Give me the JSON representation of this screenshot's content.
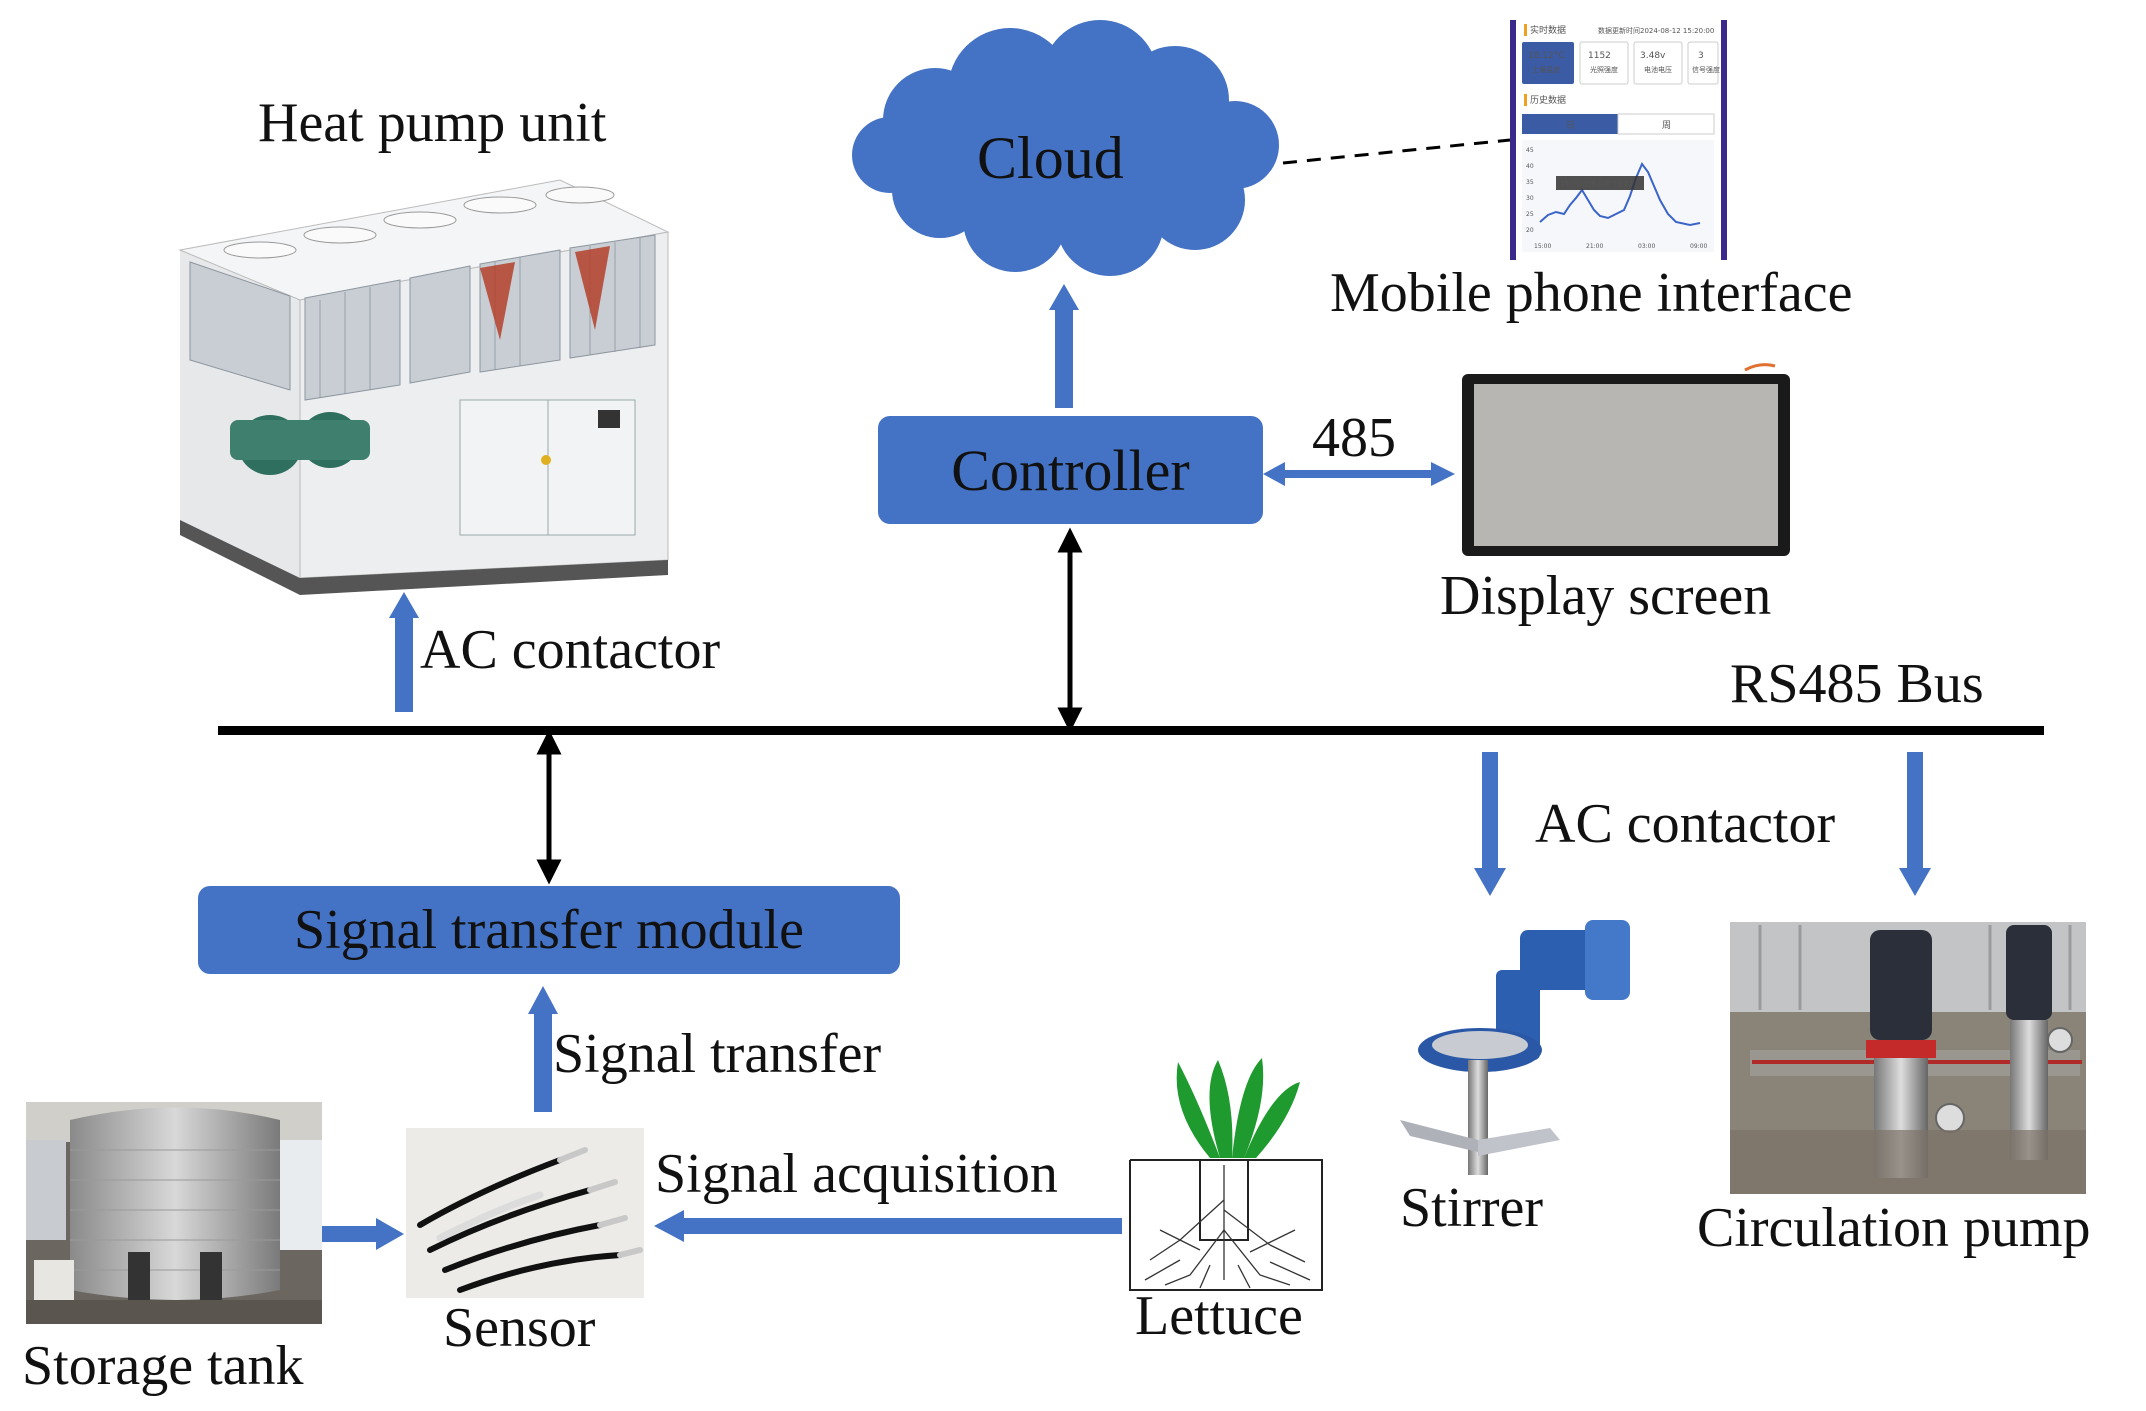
{
  "labels": {
    "heat_pump": "Heat pump unit",
    "cloud": "Cloud",
    "mobile": "Mobile phone interface",
    "controller": "Controller",
    "protocol": "485",
    "display": "Display screen",
    "bus": "RS485 Bus",
    "ac_contactor_left": "AC contactor",
    "ac_contactor_right": "AC contactor",
    "signal_module": "Signal transfer module",
    "signal_transfer": "Signal transfer",
    "signal_acquisition": "Signal acquisition",
    "storage_tank": "Storage tank",
    "sensor": "Sensor",
    "lettuce": "Lettuce",
    "stirrer": "Stirrer",
    "circ_pump": "Circulation pump"
  },
  "phone": {
    "section_realtime": "实时数据",
    "update_time": "数据更新时间2024-08-12 15:20:00",
    "card1_value": "18.12°C",
    "card1_label": "土壤温度",
    "card2_value": "1152",
    "card2_label": "光照强度",
    "card3_value": "3.48v",
    "card3_label": "电池电压",
    "card4_value": "3",
    "card4_label": "信号强度",
    "section_history": "历史数据",
    "tab_day": "日",
    "tab_week": "周",
    "tooltip": "15:00 土壤温度 21.12",
    "y_ticks": [
      "45",
      "40",
      "35",
      "30",
      "25",
      "20"
    ],
    "x_ticks": [
      "15:00",
      "21:00",
      "03:00",
      "09:00"
    ]
  },
  "colors": {
    "accent_blue": "#4472c4",
    "bus_black": "#000000",
    "phone_orange": "#f0a020",
    "lettuce_green": "#1e9a2e",
    "display_frame": "#1a1a1a",
    "display_inner": "#b8b6b2"
  }
}
